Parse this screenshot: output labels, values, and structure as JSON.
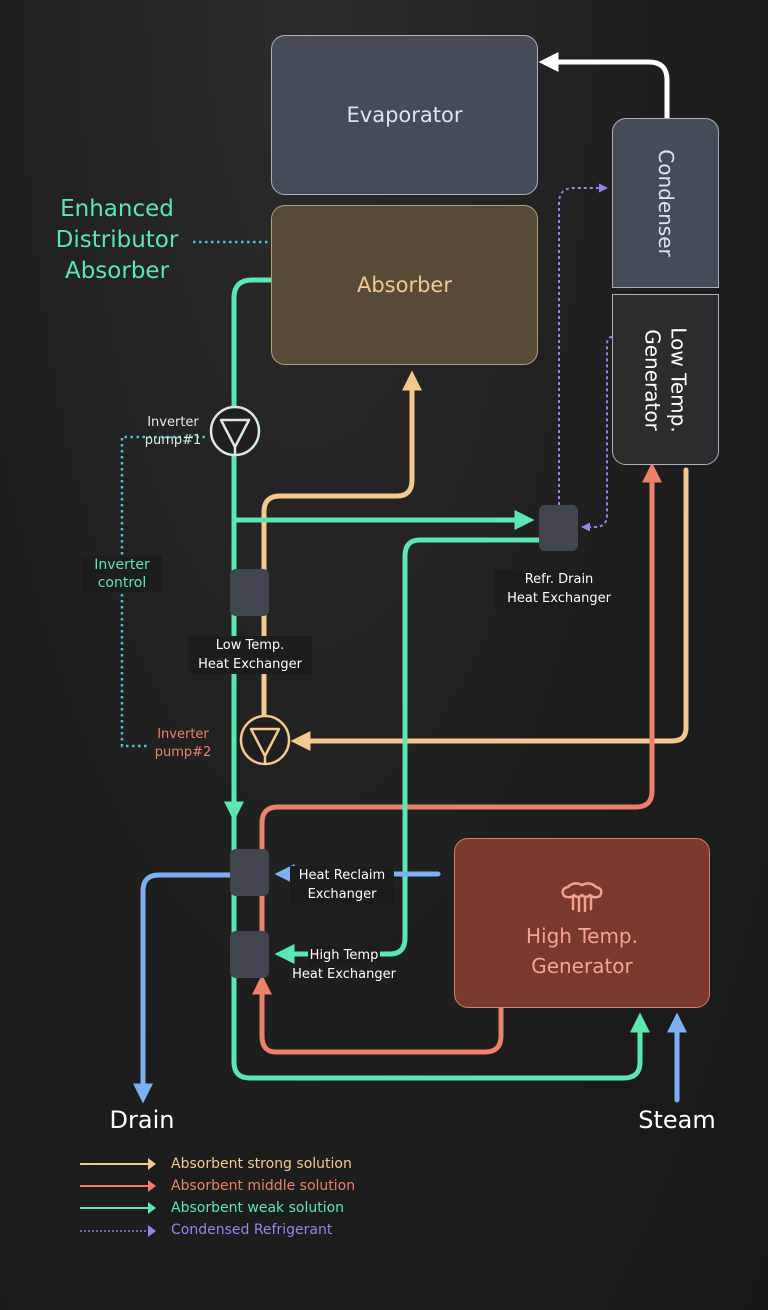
{
  "colors": {
    "strong": "#f4c88e",
    "middle": "#ec8068",
    "weak": "#58e8b0",
    "refrigerant": "#9c80ee",
    "steam": "#7db0f2",
    "hot": "#ffffff",
    "control": "#4cc0da"
  },
  "components": {
    "evaporator": "Evaporator",
    "absorber": "Absorber",
    "condenser": "Condenser",
    "low_temp_generator": [
      "Low Temp.",
      "Generator"
    ],
    "high_temp_generator": [
      "High Temp.",
      "Generator"
    ],
    "high_temp_generator_icon": "steam-vent-icon"
  },
  "callouts": {
    "enhanced_absorber": [
      "Enhanced",
      "Distributor",
      "Absorber"
    ],
    "inverter_control": [
      "Inverter",
      "control"
    ],
    "pump1": [
      "Inverter",
      "pump#1"
    ],
    "pump2": [
      "Inverter",
      "pump#2"
    ]
  },
  "exchangers": {
    "refr_drain": [
      "Refr. Drain",
      "Heat Exchanger"
    ],
    "low_temp": [
      "Low Temp.",
      "Heat Exchanger"
    ],
    "heat_reclaim": [
      "Heat Reclaim",
      "Exchanger"
    ],
    "high_temp": [
      "High Temp",
      "Heat Exchanger"
    ]
  },
  "io": {
    "drain": "Drain",
    "steam": "Steam"
  },
  "legend": [
    {
      "label": "Absorbent strong solution",
      "color": "#f4c88e",
      "style": "solid"
    },
    {
      "label": "Absorbent middle solution",
      "color": "#ec8068",
      "style": "solid"
    },
    {
      "label": "Absorbent weak solution",
      "color": "#58e8b0",
      "style": "solid"
    },
    {
      "label": "Condensed Refrigerant",
      "color": "#9c80ee",
      "style": "dotted"
    }
  ]
}
